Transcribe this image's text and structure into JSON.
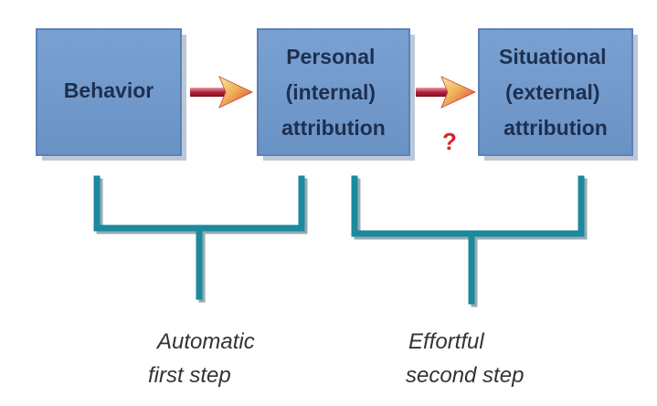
{
  "boxes": {
    "behavior": {
      "lines": [
        "Behavior"
      ]
    },
    "personal": {
      "lines": [
        "Personal",
        "(internal)",
        "attribution"
      ]
    },
    "situational": {
      "lines": [
        "Situational",
        "(external)",
        "attribution"
      ]
    }
  },
  "question_mark": "?",
  "captions": {
    "automatic": {
      "lines": [
        "Automatic",
        "first step"
      ]
    },
    "effortful": {
      "lines": [
        "Effortful",
        "second step"
      ]
    }
  },
  "colors": {
    "box_fill": "#6f97c9",
    "box_text": "#1e2f4f",
    "bracket": "#1b8a9d",
    "arrow_shaft": "#b3213a",
    "arrow_head_light": "#f5d27a",
    "arrow_head_dark": "#d73a31",
    "question": "#d9232a"
  }
}
